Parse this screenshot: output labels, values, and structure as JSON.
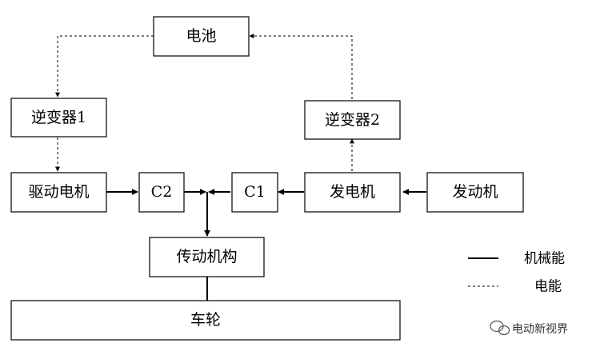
{
  "nodes": {
    "battery": "电池",
    "inverter1": "逆变器1",
    "inverter2": "逆变器2",
    "drive_motor": "驱动电机",
    "c2": "C2",
    "c1": "C1",
    "generator": "发电机",
    "engine": "发动机",
    "transmission": "传动机构",
    "wheels": "车轮"
  },
  "legend": {
    "mechanical": "机械能",
    "electrical": "电能"
  },
  "watermark": "电动新视界"
}
